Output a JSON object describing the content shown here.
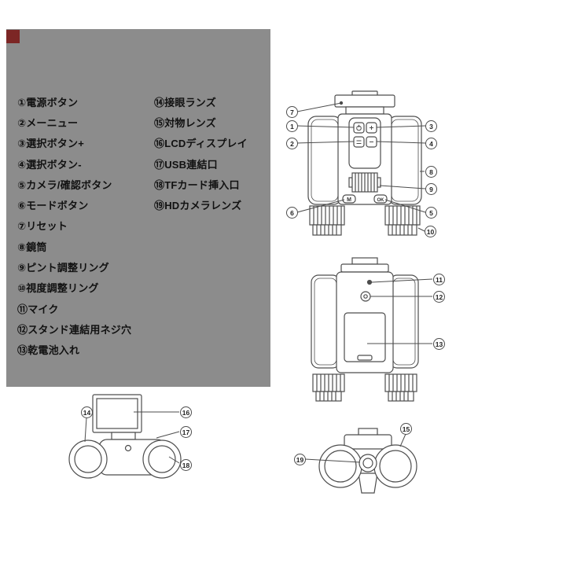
{
  "panel": {
    "bg_color": "#8c8c8c",
    "accent_color": "#7c2625"
  },
  "parts_list": {
    "column1": [
      "①電源ボタン",
      "②メーニュー",
      "③選択ボタン+",
      "④選択ボタン-",
      "⑤カメラ/確認ボタン",
      "⑥モードボタン",
      "⑦リセット",
      "⑧鏡筒",
      "⑨ピント調整リング",
      "⑩視度調整リング",
      "⑪マイク",
      "⑫スタンド連結用ネジ穴",
      "⑬乾電池入れ"
    ],
    "column2": [
      "⑭接眼ランズ",
      "⑮対物レンズ",
      "⑯LCDディスプレイ",
      "⑰USB連結口",
      "⑱TFカード挿入口",
      "⑲HDカメラレンズ"
    ]
  },
  "callouts": {
    "c1": "1",
    "c2": "2",
    "c3": "3",
    "c4": "4",
    "c5": "5",
    "c6": "6",
    "c7": "7",
    "c8": "8",
    "c9": "9",
    "c10": "10",
    "c11": "11",
    "c12": "12",
    "c13": "13",
    "c14": "14",
    "c15": "15",
    "c16": "16",
    "c17": "17",
    "c18": "18",
    "c19": "19"
  },
  "drawing_labels": {
    "mode_button": "M",
    "confirm_button": "OK"
  }
}
